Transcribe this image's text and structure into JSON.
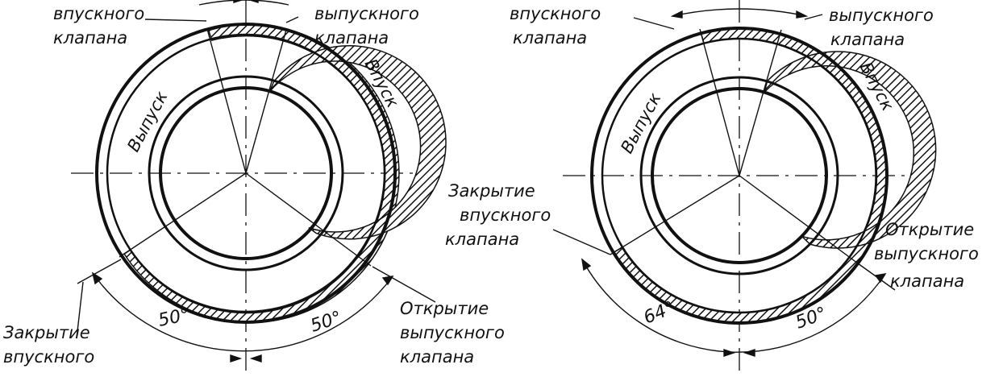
{
  "left_diagram": {
    "intake_open_label": [
      "впускного",
      "клапана"
    ],
    "exhaust_close_label": [
      "выпускного",
      "клапана"
    ],
    "intake_arc_label": "Впуск",
    "exhaust_arc_label": "Выпуск",
    "intake_close_label": [
      "Закрытие",
      "впускного"
    ],
    "exhaust_open_label": [
      "Открытие",
      "выпускного",
      "клапана"
    ],
    "angle_intake_close": "50°",
    "angle_exhaust_open": "50°"
  },
  "right_diagram": {
    "intake_open_label": [
      "впускного",
      "клапана"
    ],
    "exhaust_close_label": [
      "выпускного",
      "клапана"
    ],
    "intake_arc_label": "Впуск",
    "exhaust_arc_label": "Выпуск",
    "intake_close_label": [
      "Закрытие",
      "впускного",
      "клапана"
    ],
    "exhaust_open_label": [
      "Открытие",
      "выпускного",
      "клапана"
    ],
    "angle_intake_close": "64°",
    "angle_exhaust_open": "50°"
  },
  "colors": {
    "ink": "#111111",
    "paper": "#ffffff"
  }
}
